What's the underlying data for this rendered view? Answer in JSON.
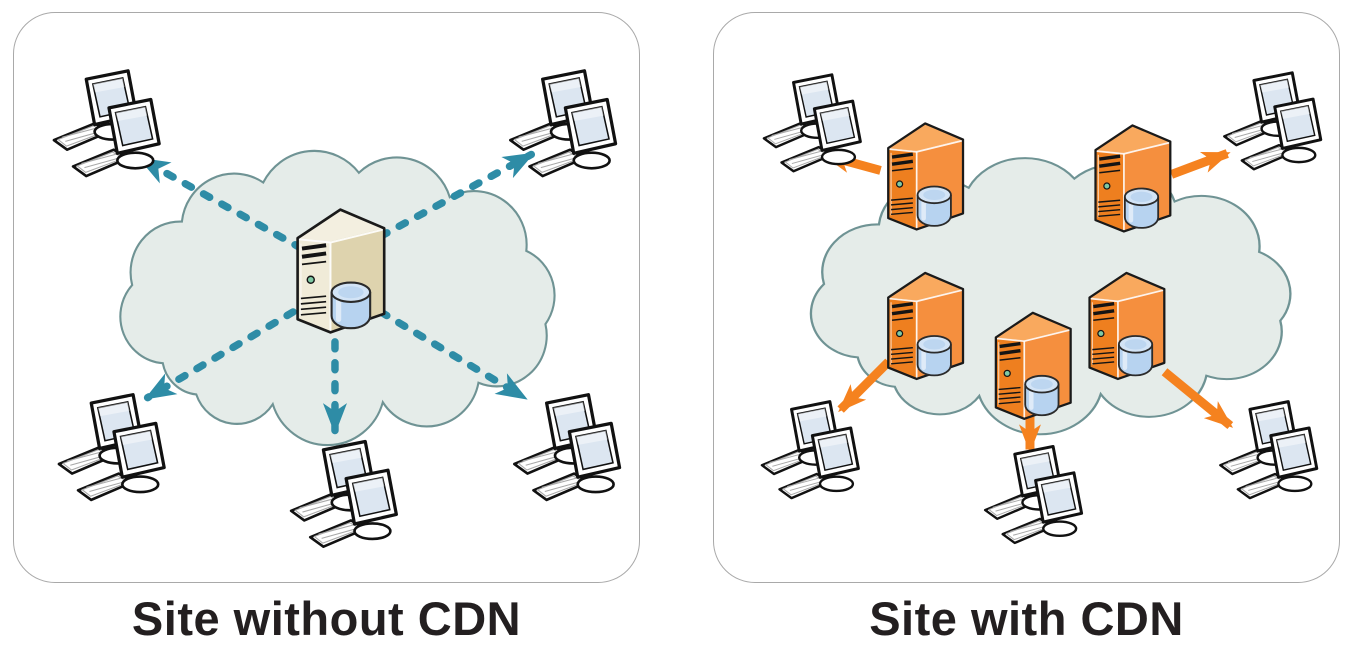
{
  "figure": {
    "type": "comparison-diagram",
    "panels": [
      {
        "id": "site-without-cdn",
        "caption": "Site without CDN",
        "cloud": "internet cloud",
        "origin_servers": 1,
        "client_groups": 5,
        "arrows": {
          "style": "dashed",
          "count": 5,
          "direction": "origin-server-to-clients"
        }
      },
      {
        "id": "site-with-cdn",
        "caption": "Site with CDN",
        "cloud": "internet cloud",
        "edge_servers": 5,
        "client_groups": 5,
        "arrows": {
          "style": "solid",
          "count": 5,
          "direction": "edge-servers-to-clients"
        }
      }
    ]
  },
  "colors": {
    "background": "#ffffff",
    "panel_border": "#a9a9a9",
    "caption_text": "#231f20",
    "cloud_fill": "#e5ece9",
    "cloud_stroke": "#6f9394",
    "dashed_arrow": "#2e8ca6",
    "solid_arrow": "#f5821f",
    "origin_server_front": "#f0ebd8",
    "origin_server_side": "#ded3ae",
    "origin_server_top": "#f3efe0",
    "edge_server_front": "#ee7f1f",
    "edge_server_side": "#f58f3e",
    "edge_server_top": "#f9a95e",
    "server_led": "#7ec9a4",
    "database_body": "#b7d3f0",
    "database_top": "#d3e4f6",
    "monitor_screen": "#dce6f1"
  }
}
